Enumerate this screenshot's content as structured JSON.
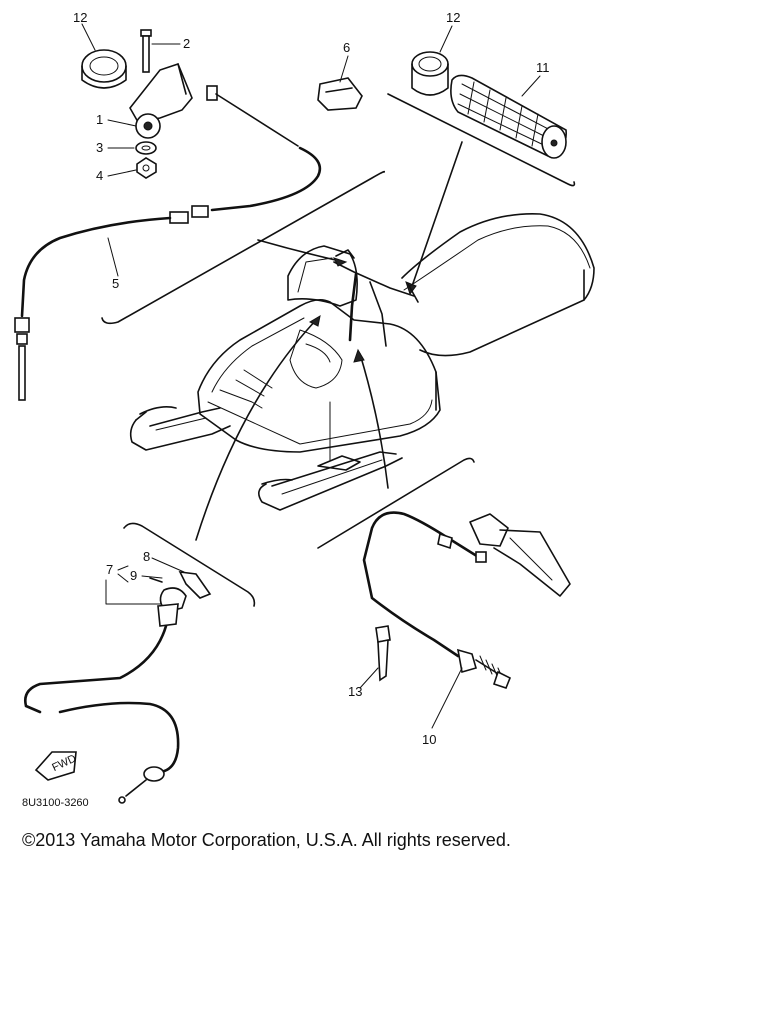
{
  "callouts": {
    "c1": "1",
    "c2": "2",
    "c3": "3",
    "c4": "4",
    "c5": "5",
    "c6": "6",
    "c7": "7",
    "c8": "8",
    "c9": "9",
    "c10": "10",
    "c11": "11",
    "c12a": "12",
    "c12b": "12",
    "c13": "13"
  },
  "fwd_label": "FWD",
  "diagram_code": "8U3100-3260",
  "copyright": "©2013 Yamaha Motor Corporation, U.S.A. All rights reserved."
}
